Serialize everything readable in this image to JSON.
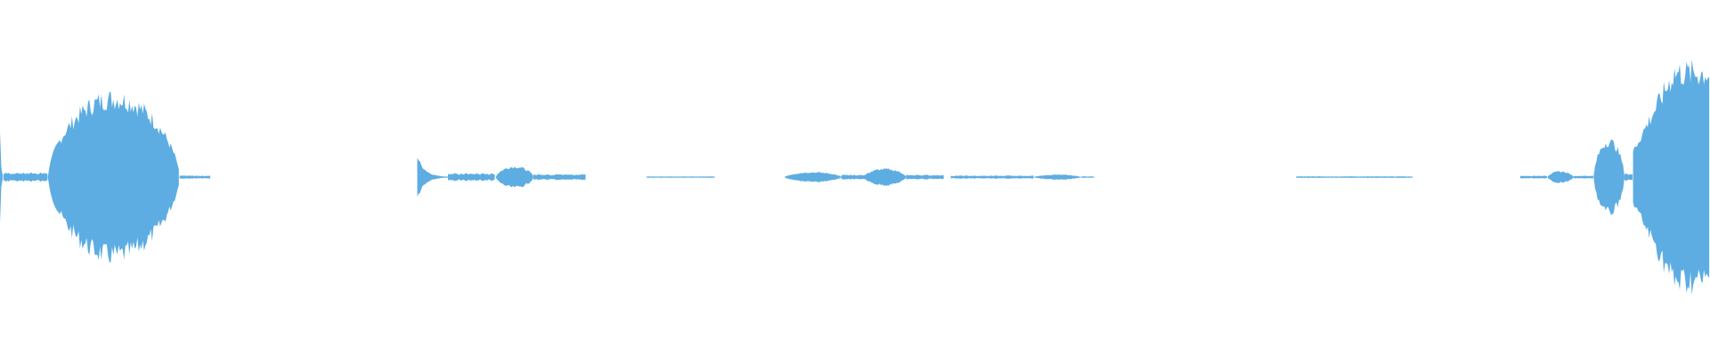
{
  "waveform": {
    "color": "#5DADE2",
    "background": "#FFFFFF",
    "duration_fraction_start": 0.0,
    "duration_fraction_end": 1.0,
    "amplitude_scale": 1.0,
    "segments": [
      {
        "start": 0.0,
        "end": 0.002,
        "peak": 0.58,
        "shape": "decay"
      },
      {
        "start": 0.002,
        "end": 0.028,
        "peak": 0.06,
        "shape": "flat"
      },
      {
        "start": 0.028,
        "end": 0.105,
        "peak": 1.0,
        "shape": "blob"
      },
      {
        "start": 0.105,
        "end": 0.123,
        "peak": 0.02,
        "shape": "flat"
      },
      {
        "start": 0.244,
        "end": 0.262,
        "peak": 0.26,
        "shape": "decay"
      },
      {
        "start": 0.262,
        "end": 0.29,
        "peak": 0.05,
        "shape": "flat"
      },
      {
        "start": 0.29,
        "end": 0.312,
        "peak": 0.13,
        "shape": "blob"
      },
      {
        "start": 0.312,
        "end": 0.343,
        "peak": 0.04,
        "shape": "flat"
      },
      {
        "start": 0.378,
        "end": 0.418,
        "peak": 0.008,
        "shape": "flat"
      },
      {
        "start": 0.459,
        "end": 0.492,
        "peak": 0.06,
        "shape": "blob"
      },
      {
        "start": 0.492,
        "end": 0.52,
        "peak": 0.03,
        "shape": "flat"
      },
      {
        "start": 0.505,
        "end": 0.53,
        "peak": 0.1,
        "shape": "blob"
      },
      {
        "start": 0.53,
        "end": 0.552,
        "peak": 0.03,
        "shape": "flat"
      },
      {
        "start": 0.556,
        "end": 0.605,
        "peak": 0.02,
        "shape": "flat"
      },
      {
        "start": 0.605,
        "end": 0.632,
        "peak": 0.03,
        "shape": "blob"
      },
      {
        "start": 0.632,
        "end": 0.64,
        "peak": 0.01,
        "shape": "flat"
      },
      {
        "start": 0.758,
        "end": 0.826,
        "peak": 0.01,
        "shape": "flat"
      },
      {
        "start": 0.889,
        "end": 0.905,
        "peak": 0.02,
        "shape": "flat"
      },
      {
        "start": 0.905,
        "end": 0.92,
        "peak": 0.07,
        "shape": "blob"
      },
      {
        "start": 0.92,
        "end": 0.932,
        "peak": 0.02,
        "shape": "flat"
      },
      {
        "start": 0.932,
        "end": 0.95,
        "peak": 0.45,
        "shape": "blob"
      },
      {
        "start": 0.95,
        "end": 0.955,
        "peak": 0.05,
        "shape": "flat"
      },
      {
        "start": 0.955,
        "end": 1.0,
        "peak": 1.33,
        "shape": "rise"
      }
    ]
  }
}
